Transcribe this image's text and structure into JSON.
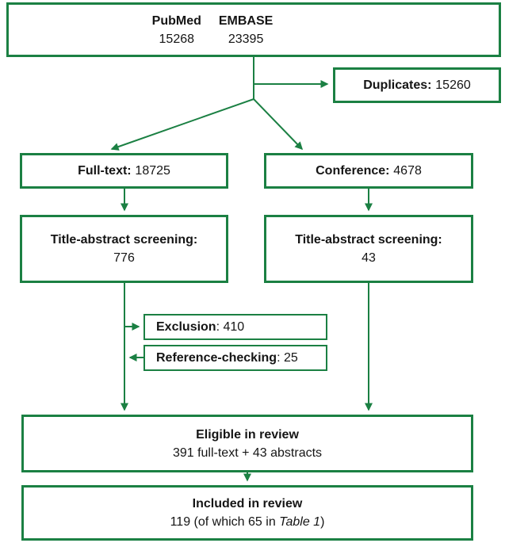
{
  "theme": {
    "accent_green": "#1b8043",
    "text_color": "#151515",
    "background": "#ffffff"
  },
  "flowchart": {
    "sources": {
      "columns": [
        {
          "name": "PubMed",
          "count": "15268"
        },
        {
          "name": "EMBASE",
          "count": "23395"
        }
      ]
    },
    "duplicates": {
      "label": "Duplicates:",
      "value": "15260"
    },
    "full_text": {
      "label": "Full-text:",
      "value": "18725"
    },
    "conference": {
      "label": "Conference:",
      "value": "4678"
    },
    "title_abstract_left": {
      "label": "Title-abstract screening:",
      "value": "776"
    },
    "title_abstract_right": {
      "label": "Title-abstract screening:",
      "value": "43"
    },
    "exclusion": {
      "label": "Exclusion",
      "value": ": 410"
    },
    "reference_checking": {
      "label": "Reference-checking",
      "value": ": 25"
    },
    "eligible": {
      "title": "Eligible in review",
      "detail": "391 full-text + 43 abstracts"
    },
    "included": {
      "title": "Included in review",
      "detail_prefix": "119 (of which 65 in ",
      "detail_italic": "Table 1",
      "detail_suffix": ")"
    }
  }
}
